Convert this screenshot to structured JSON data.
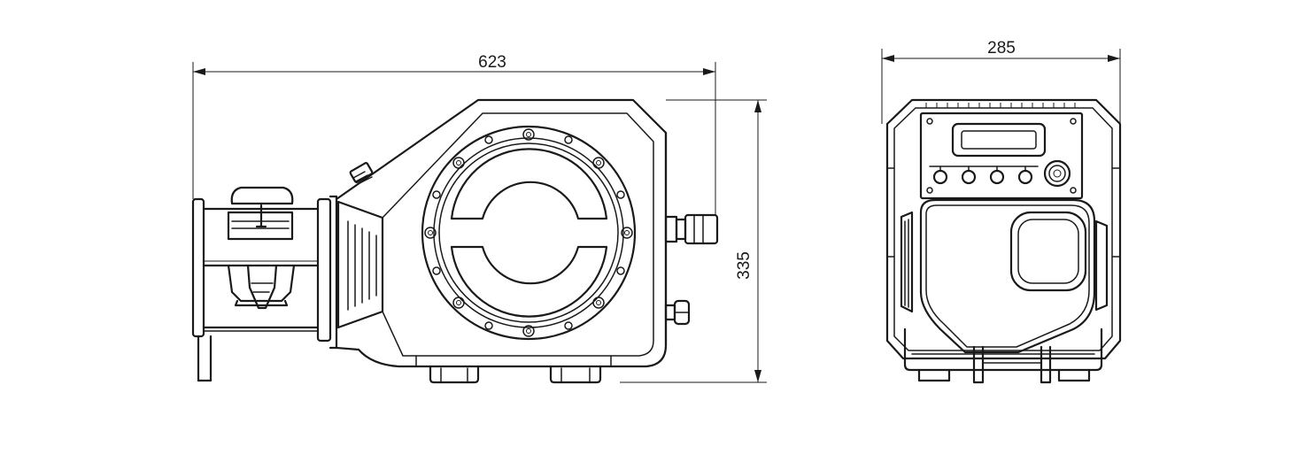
{
  "dimensions": {
    "length": "623",
    "height": "335",
    "width": "285"
  }
}
